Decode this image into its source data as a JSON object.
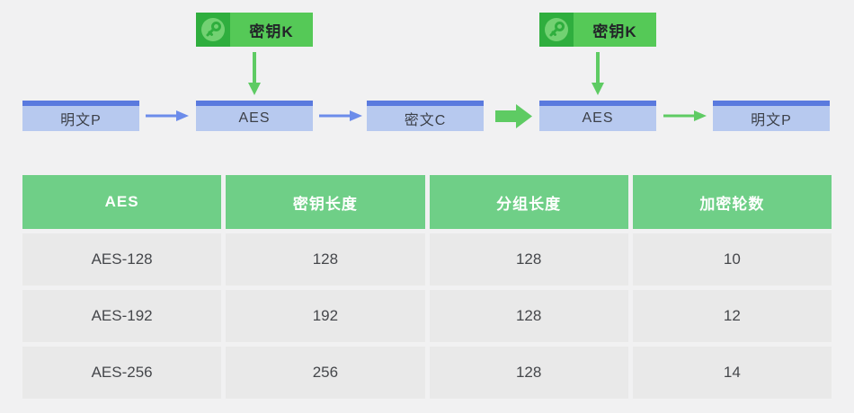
{
  "colors": {
    "page-bg": "#f1f1f2",
    "key-green": "#55c957",
    "key-green-dark": "#2fae3e",
    "key-circle": "#72d172",
    "arrow-green": "#5ecb63",
    "box-blue-strip": "#5a7ade",
    "box-blue-body": "#b7c9ef",
    "arrow-blue": "#6c8cea",
    "table-header-green": "#6fcf87",
    "table-row-gray": "#e9e9e9",
    "text-dark": "#3c4048"
  },
  "diagram": {
    "key_boxes": [
      {
        "label": "密钥K",
        "icon": "key-icon"
      },
      {
        "label": "密钥K",
        "icon": "key-icon"
      }
    ],
    "flow_boxes": [
      {
        "label": "明文P"
      },
      {
        "label": "AES"
      },
      {
        "label": "密文C"
      },
      {
        "label": "AES"
      },
      {
        "label": "明文P"
      }
    ]
  },
  "table": {
    "headers": [
      "AES",
      "密钥长度",
      "分组长度",
      "加密轮数"
    ],
    "rows": [
      [
        "AES-128",
        "128",
        "128",
        "10"
      ],
      [
        "AES-192",
        "192",
        "128",
        "12"
      ],
      [
        "AES-256",
        "256",
        "128",
        "14"
      ]
    ]
  },
  "chart_data": {
    "type": "table",
    "title": "AES",
    "columns": [
      "AES",
      "密钥长度",
      "分组长度",
      "加密轮数"
    ],
    "rows": [
      [
        "AES-128",
        128,
        128,
        10
      ],
      [
        "AES-192",
        192,
        128,
        12
      ],
      [
        "AES-256",
        256,
        128,
        14
      ]
    ]
  }
}
